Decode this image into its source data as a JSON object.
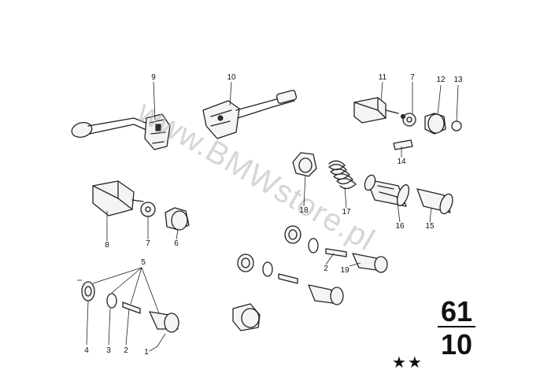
{
  "diagram": {
    "group_main": "61",
    "group_sub": "10",
    "rating": "★★",
    "watermark": "www.BMWstore.pl",
    "callouts": [
      {
        "key": "c9",
        "text": "9"
      },
      {
        "key": "c10",
        "text": "10"
      },
      {
        "key": "c11",
        "text": "11"
      },
      {
        "key": "c7a",
        "text": "7"
      },
      {
        "key": "c12",
        "text": "12"
      },
      {
        "key": "c13",
        "text": "13"
      },
      {
        "key": "c14",
        "text": "14"
      },
      {
        "key": "c18",
        "text": "18"
      },
      {
        "key": "c17",
        "text": "17"
      },
      {
        "key": "c16",
        "text": "16"
      },
      {
        "key": "c15",
        "text": "15"
      },
      {
        "key": "c8",
        "text": "8"
      },
      {
        "key": "c7b",
        "text": "7"
      },
      {
        "key": "c6",
        "text": "6"
      },
      {
        "key": "c5",
        "text": "5"
      },
      {
        "key": "c2a",
        "text": "2"
      },
      {
        "key": "c19",
        "text": "19"
      },
      {
        "key": "c4",
        "text": "4"
      },
      {
        "key": "c3",
        "text": "3"
      },
      {
        "key": "c2b",
        "text": "2"
      },
      {
        "key": "c1",
        "text": "1"
      }
    ]
  }
}
